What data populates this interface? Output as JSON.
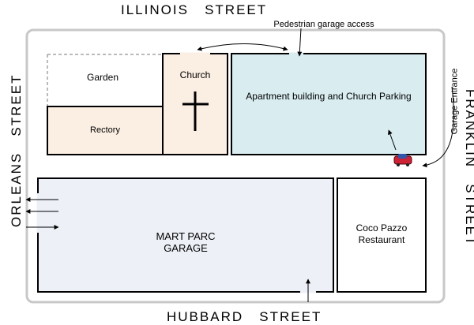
{
  "streets": {
    "north": "ILLINOIS   STREET",
    "south": "HUBBARD   STREET",
    "west": "ORLEANS   STREET",
    "east": "FRANKLIN   STREET"
  },
  "buildings": {
    "garden": "Garden",
    "church": "Church",
    "rectory": "Rectory",
    "apartment": "Apartment building and Church Parking",
    "garage_line1": "MART PARC",
    "garage_line2": "GARAGE",
    "restaurant_line1": "Coco Pazzo",
    "restaurant_line2": "Restaurant"
  },
  "annotations": {
    "pedestrian_access": "Pedestrian garage access",
    "garage_entrance": "Garage Entrance"
  },
  "colors": {
    "church_rectory_fill": "#fbeee3",
    "apartment_fill": "#d9edf1",
    "garage_fill": "#edf1f7",
    "car": "#cc2233"
  },
  "icons": {
    "cross": "church-cross-icon",
    "car": "car-icon"
  }
}
